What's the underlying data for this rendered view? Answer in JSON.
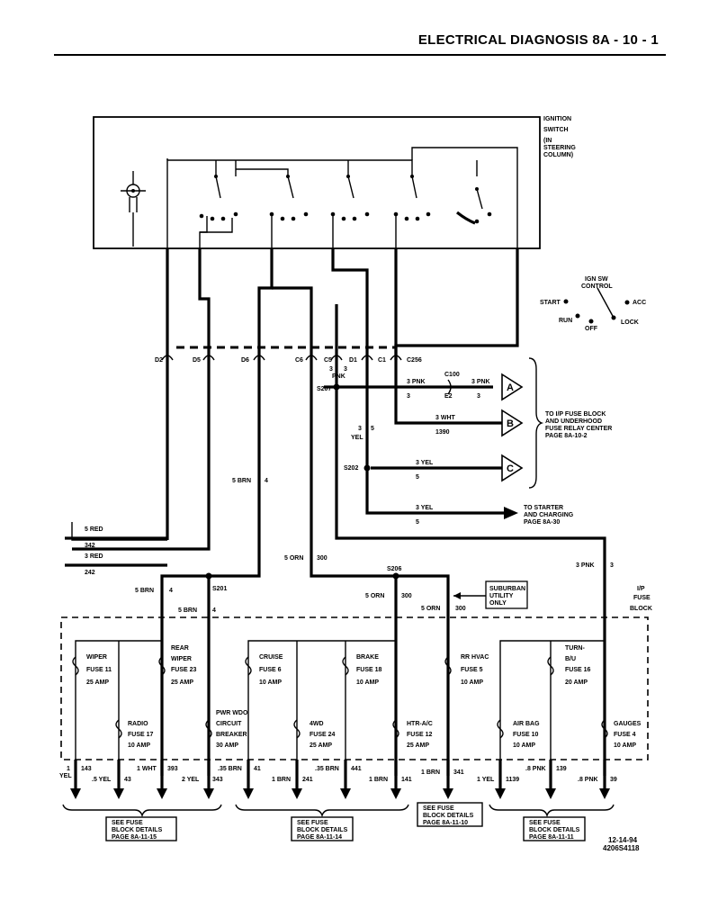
{
  "header": {
    "title": "ELECTRICAL DIAGNOSIS   8A - 10 - 1"
  },
  "ignition_switch": {
    "l1": "IGNITION",
    "l2": "SWITCH",
    "l3": "(IN",
    "l4": "STEERING",
    "l5": "COLUMN)"
  },
  "ign_control": {
    "l1": "IGN SW",
    "l2": "CONTROL",
    "start": "START",
    "acc": "ACC",
    "run": "RUN",
    "off": "OFF",
    "lock": "LOCK"
  },
  "connectors": {
    "d2": "D2",
    "d5": "D5",
    "d6": "D6",
    "c6": "C6",
    "c5": "C5",
    "d1": "D1",
    "c1": "C1",
    "c256": "C256",
    "c100": "C100",
    "e2": "E2"
  },
  "splices": {
    "s207": "S207",
    "s202": "S202",
    "s201": "S201",
    "s206": "S206"
  },
  "offpage": {
    "a": "A",
    "b": "B",
    "c": "C"
  },
  "notes": {
    "fuse_relay_1": "TO I/P FUSE BLOCK",
    "fuse_relay_2": "AND UNDERHOOD",
    "fuse_relay_3": "FUSE RELAY CENTER",
    "fuse_relay_4": "PAGE 8A-10-2",
    "starter_1": "TO STARTER",
    "starter_2": "AND CHARGING",
    "starter_3": "PAGE 8A-30",
    "suburban_1": "SUBURBAN",
    "suburban_2": "UTILITY",
    "suburban_3": "ONLY",
    "fb_1": "I/P",
    "fb_2": "FUSE",
    "fb_3": "BLOCK",
    "see_fuse": "SEE FUSE",
    "block_details": "BLOCK DETAILS",
    "page_15": "PAGE 8A-11-15",
    "page_14": "PAGE 8A-11-14",
    "page_10": "PAGE 8A-11-10",
    "page_11": "PAGE 8A-11-11",
    "date": "12-14-94",
    "code": "4206S4118"
  },
  "wire_labels": {
    "pnk3a": "3",
    "pnk3b": "3",
    "pnk3c": "PNK",
    "pnk3d": "3",
    "a_top": "3 PNK",
    "a_top2": "3 PNK",
    "a_num1": "3",
    "a_num2": "3",
    "b_top": "3 WHT",
    "b_num": "1390",
    "yel_3": "3",
    "yel_yel": "YEL",
    "yel_5": "5",
    "c_top": "3 YEL",
    "c_num": "5",
    "st_top": "3 YEL",
    "st_num": "5",
    "brn5_4": "5 BRN",
    "brn5_4n": "4",
    "red342": "5 RED",
    "red342n": "342",
    "red242": "3 RED",
    "red242n": "242",
    "orn300": "5 ORN",
    "orn300n": "300",
    "pnk3r": "3 PNK",
    "pnk3rn": "3",
    "brn_s201a": "5 BRN",
    "brn_s201an": "4",
    "brn_s201b": "5 BRN",
    "brn_s201bn": "4",
    "orn_s206a": "5 ORN",
    "orn_s206an": "300",
    "orn_s206b": "5 ORN",
    "orn_s206bn": "300"
  },
  "fuses": {
    "wiper": {
      "l1": "WIPER",
      "l2": "FUSE 11",
      "l3": "25 AMP"
    },
    "rwiper": {
      "l1": "REAR",
      "l2": "WIPER",
      "l3": "FUSE 23",
      "l4": "25 AMP"
    },
    "radio": {
      "l1": "RADIO",
      "l2": "FUSE 17",
      "l3": "10 AMP"
    },
    "pwrwdo": {
      "l1": "PWR WDO",
      "l2": "CIRCUIT",
      "l3": "BREAKER",
      "l4": "30 AMP"
    },
    "cruise": {
      "l1": "CRUISE",
      "l2": "FUSE 6",
      "l3": "10 AMP"
    },
    "brake": {
      "l1": "BRAKE",
      "l2": "FUSE 18",
      "l3": "10 AMP"
    },
    "fwd": {
      "l1": "4WD",
      "l2": "FUSE 24",
      "l3": "25 AMP"
    },
    "htr": {
      "l1": "HTR-A/C",
      "l2": "FUSE 12",
      "l3": "25 AMP"
    },
    "rrhvac": {
      "l1": "RR HVAC",
      "l2": "FUSE 5",
      "l3": "10 AMP"
    },
    "turn": {
      "l1": "TURN-",
      "l2": "B/U",
      "l3": "FUSE 16",
      "l4": "20 AMP"
    },
    "airbag": {
      "l1": "AIR BAG",
      "l2": "FUSE 10",
      "l3": "10 AMP"
    },
    "gauges": {
      "l1": "GAUGES",
      "l2": "FUSE 4",
      "l3": "10 AMP"
    }
  },
  "outputs": {
    "o1a": "1",
    "o1b": "YEL",
    "o1n": "143",
    "o2": ".5 YEL",
    "o2n": "43",
    "o3": "1 WHT",
    "o3n": "393",
    "o4": "2 YEL",
    "o4n": "343",
    "o5": ".35 BRN",
    "o5n": "41",
    "o6": "1 BRN",
    "o6n": "241",
    "o7": ".35 BRN",
    "o7n": "441",
    "o8": "1 BRN",
    "o8n": "141",
    "o9": "1 BRN",
    "o9n": "341",
    "o10": "1 YEL",
    "o10n": "1139",
    "o11": ".8 PNK",
    "o11n": "139",
    "o12": ".8 PNK",
    "o12n": "39"
  }
}
